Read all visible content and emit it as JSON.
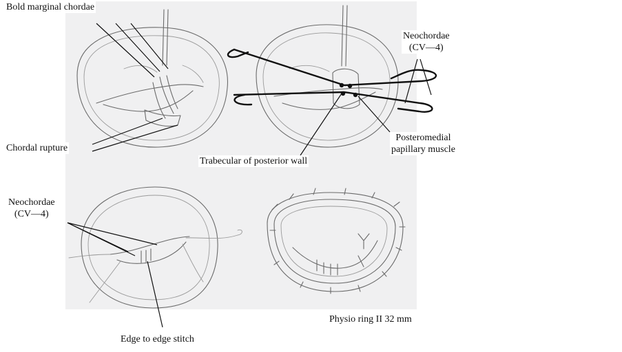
{
  "labels": {
    "bold_marginal_chordae": "Bold marginal chordae",
    "chordal_rupture": "Chordal rupture",
    "neochordae_top_line1": "Neochordae",
    "neochordae_top_line2": "(CV—4)",
    "posteromedial_line1": "Posteromedial",
    "posteromedial_line2": "papillary muscle",
    "trabecular": "Trabecular of posterior wall",
    "neochordae_bottom_line1": "Neochordae",
    "neochordae_bottom_line2": "(CV—4)",
    "edge_to_edge": "Edge to edge stitch",
    "physio_ring": "Physio ring II 32 mm"
  }
}
